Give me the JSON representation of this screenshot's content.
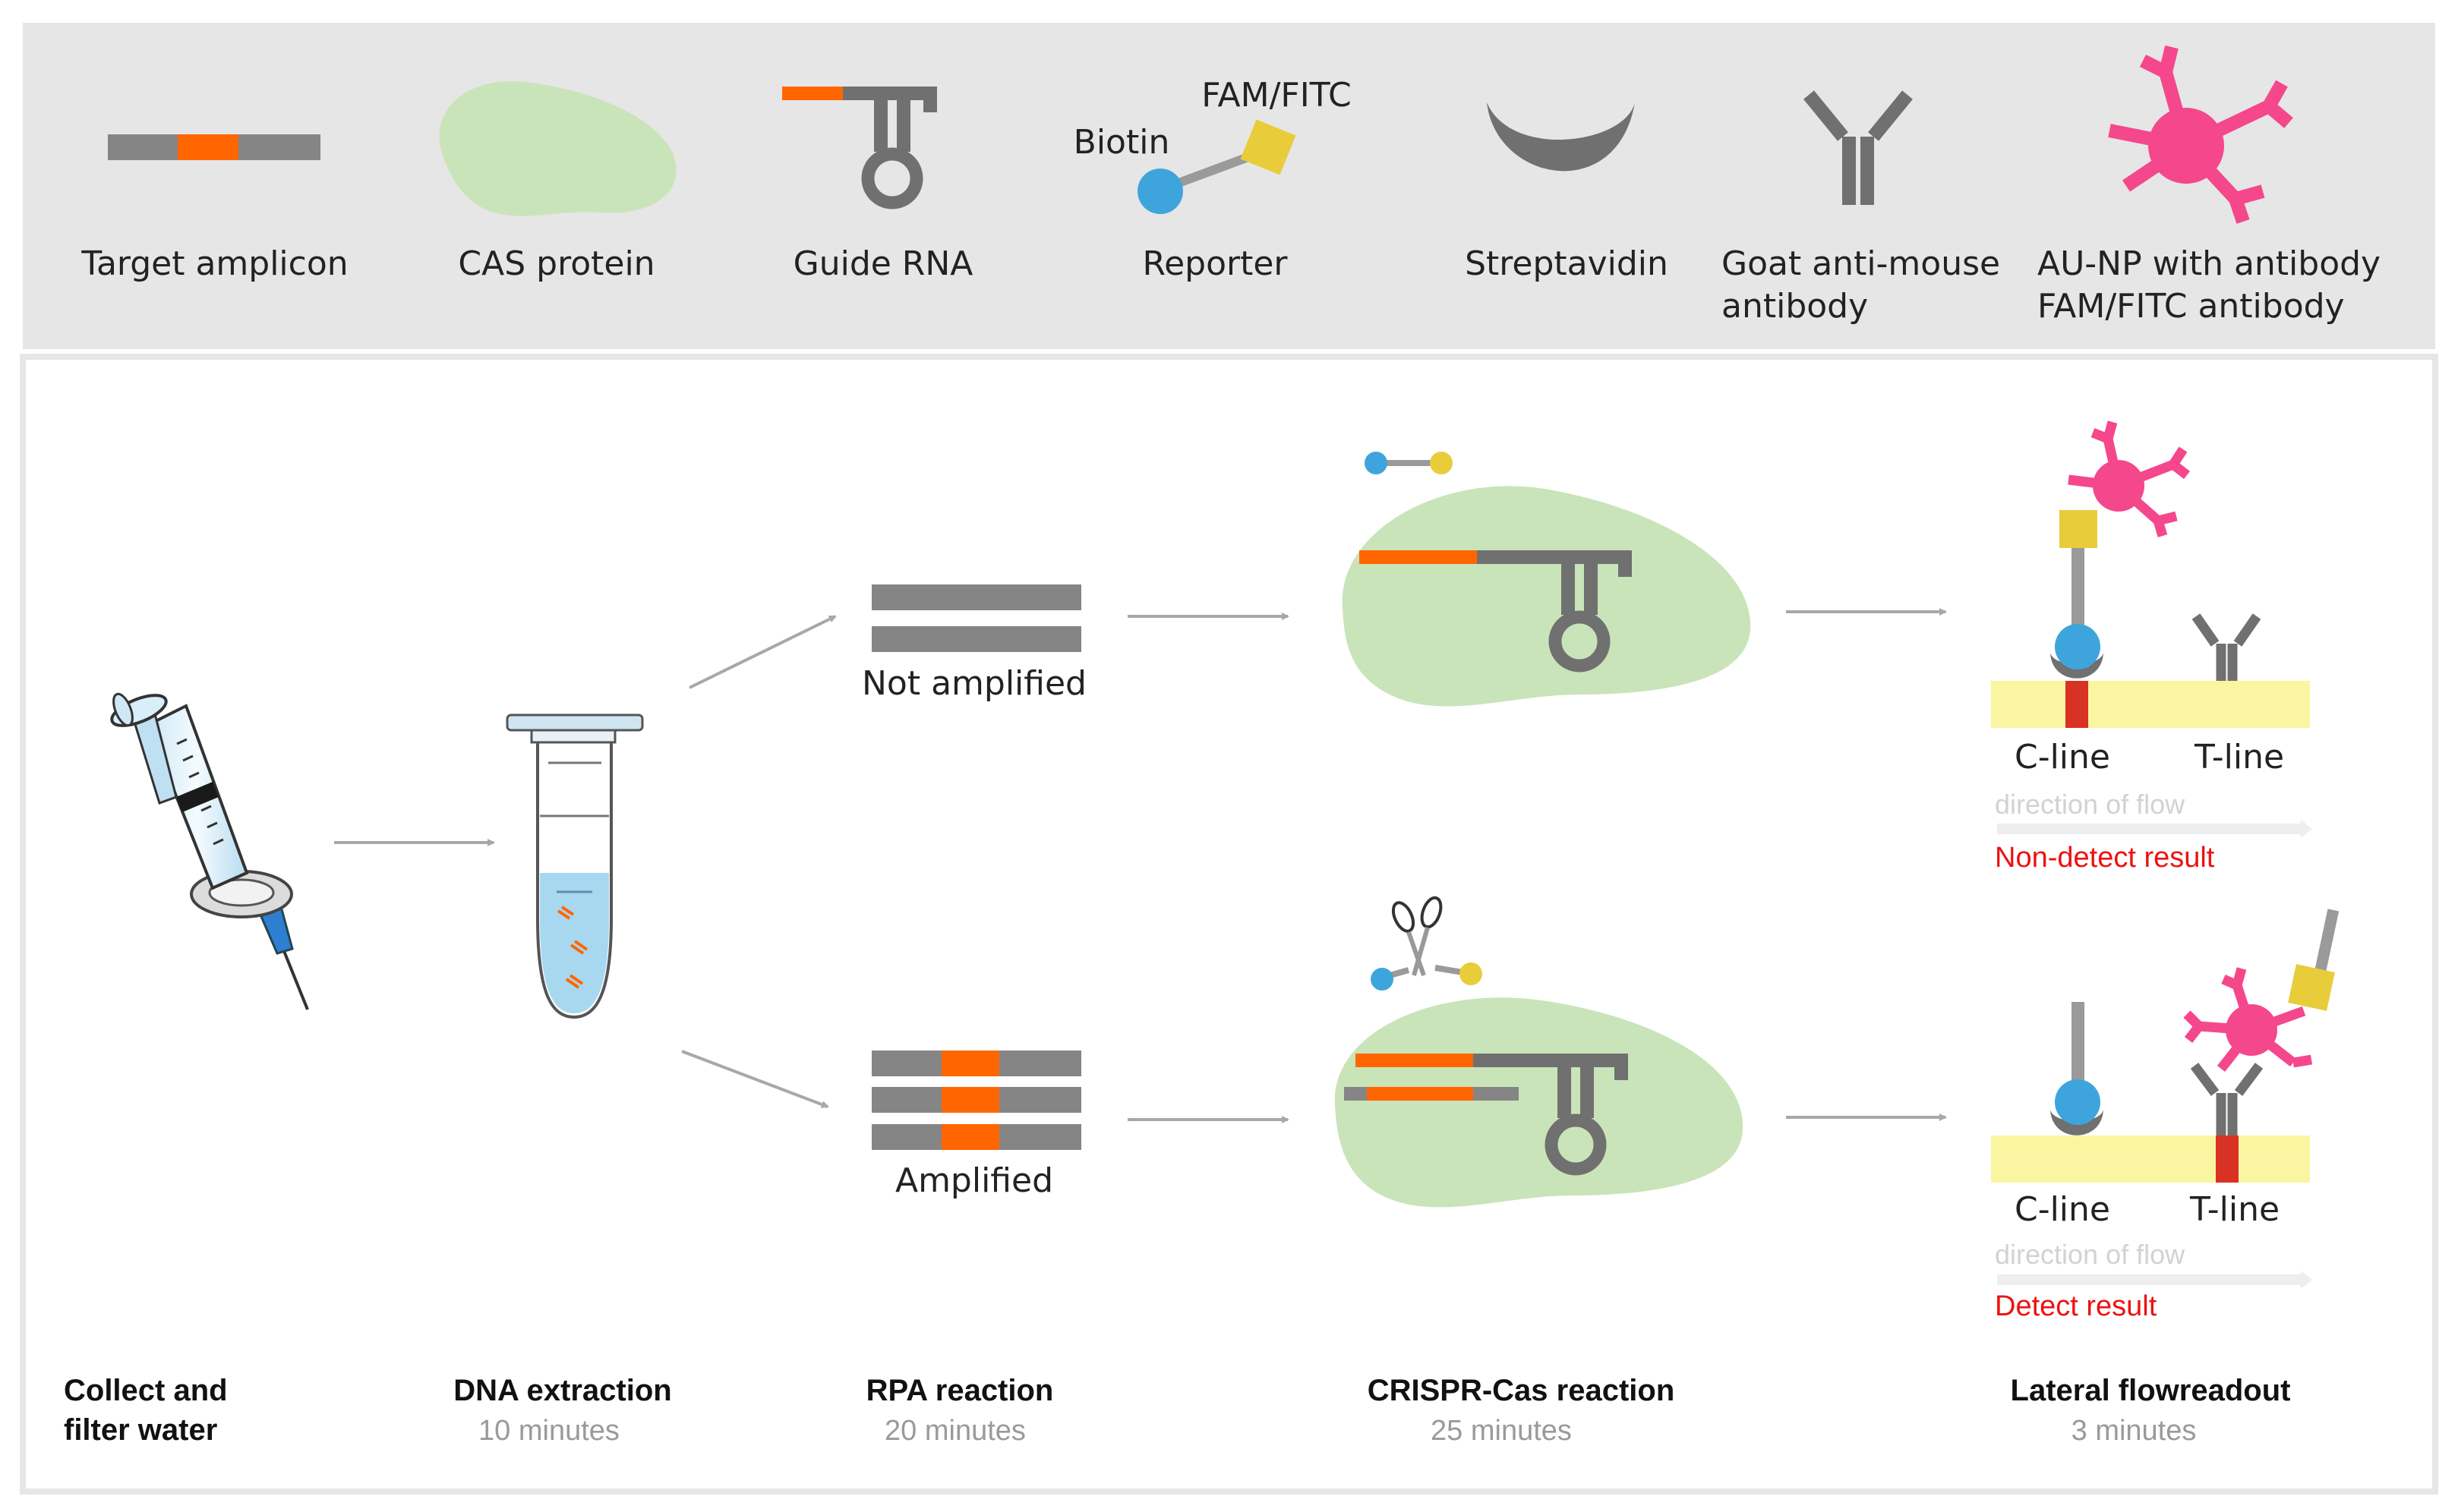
{
  "legend": {
    "target_amplicon": "Target amplicon",
    "cas_protein": "CAS protein",
    "guide_rna": "Guide RNA",
    "reporter": "Reporter",
    "biotin": "Biotin",
    "fam_fitc": "FAM/FITC",
    "streptavidin": "Streptavidin",
    "goat_antibody_line1": "Goat anti-mouse",
    "goat_antibody_line2": "antibody",
    "aunp_line1": "AU-NP with antibody",
    "aunp_line2": "FAM/FITC antibody"
  },
  "workflow": {
    "not_amplified": "Not amplified",
    "amplified": "Amplified",
    "c_line": "C-line",
    "t_line": "T-line",
    "direction_of_flow": "direction of flow",
    "non_detect": "Non-detect result",
    "detect": "Detect result"
  },
  "steps": [
    {
      "line1": "Collect and",
      "line2": "filter water"
    },
    {
      "title": "DNA extraction",
      "time": "10 minutes"
    },
    {
      "title": "RPA reaction",
      "time": "20 minutes"
    },
    {
      "title": "CRISPR-Cas reaction",
      "time": "25 minutes"
    },
    {
      "title": "Lateral flowreadout",
      "time": "3 minutes"
    }
  ],
  "colors": {
    "legend_bg": "#e6e6e6",
    "dna_gray": "#858585",
    "target_orange": "#ff6600",
    "cas_green": "#c9e4b9",
    "biotin_blue": "#3ea5dc",
    "fam_yellow": "#e8cc3a",
    "aunp_pink": "#f5478c",
    "strip_yellow": "#faf5a0",
    "line_red": "#d83224",
    "result_red": "#ee1111"
  }
}
